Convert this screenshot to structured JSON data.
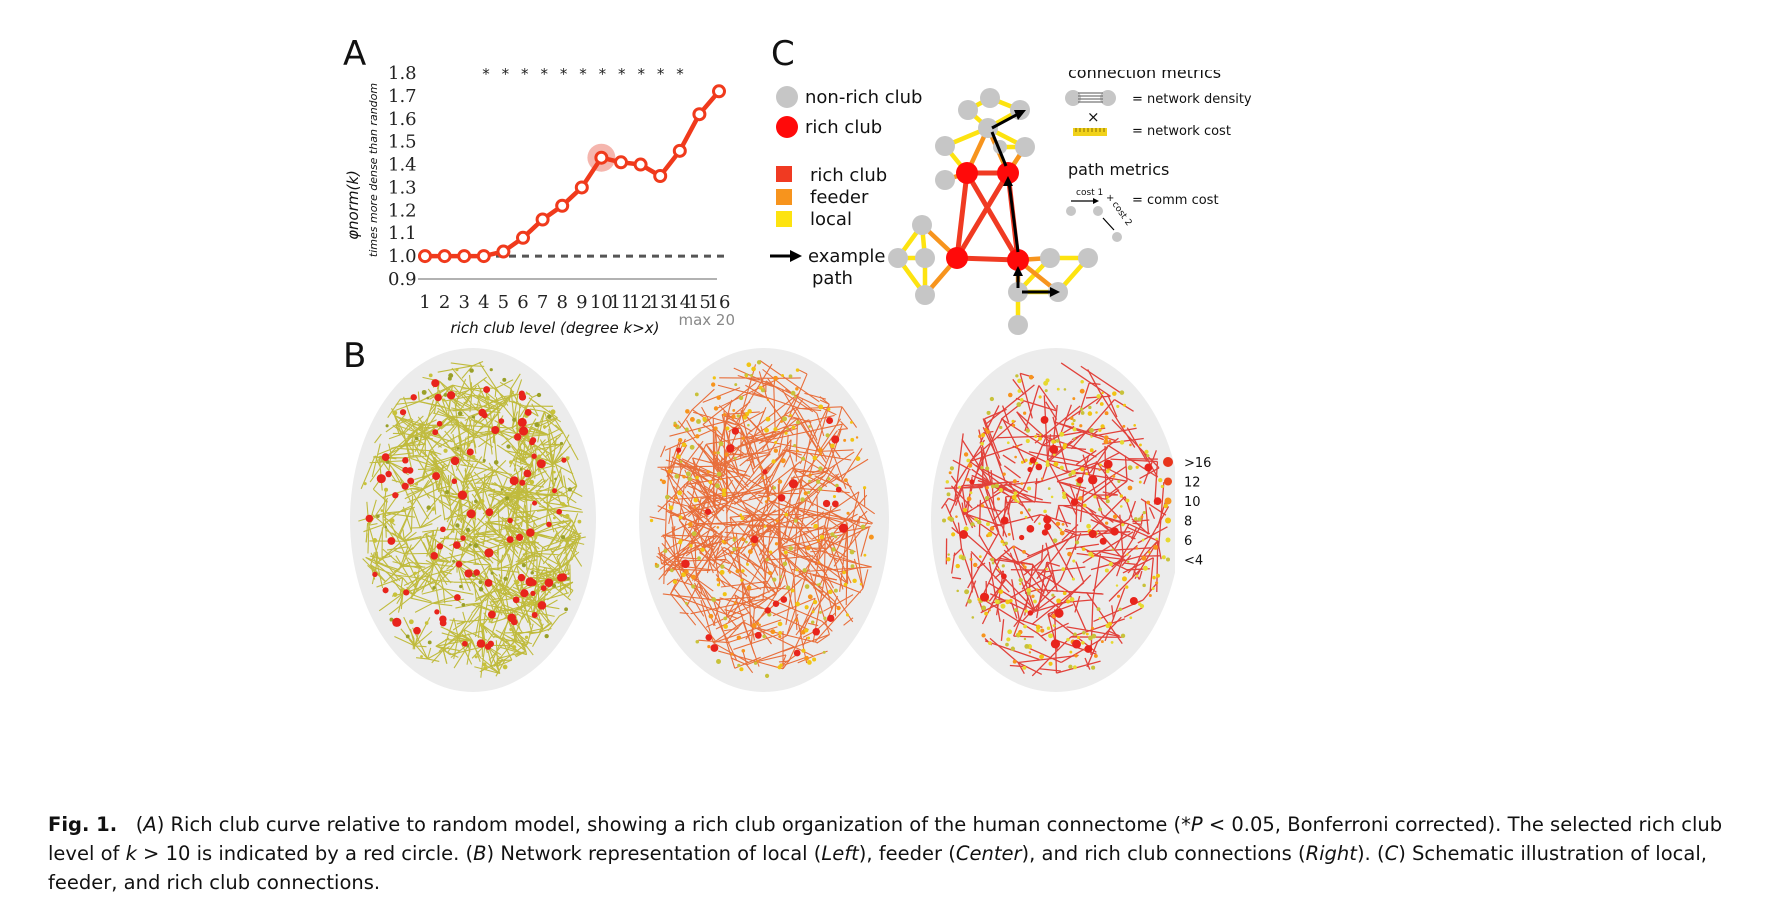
{
  "panels": {
    "a": "A",
    "b": "B",
    "c": "C"
  },
  "chart_data": {
    "type": "line",
    "x": [
      1,
      2,
      3,
      4,
      5,
      6,
      7,
      8,
      9,
      10,
      11,
      12,
      13,
      14,
      15,
      16
    ],
    "xtick_labels": [
      "1",
      "2",
      "3",
      "4",
      "5",
      "6",
      "7",
      "8",
      "9",
      "10",
      "11",
      "12",
      "13",
      "14",
      "15",
      "16"
    ],
    "values": [
      1.0,
      1.0,
      1.0,
      1.0,
      1.02,
      1.08,
      1.16,
      1.22,
      1.3,
      1.43,
      1.41,
      1.4,
      1.35,
      1.46,
      1.62,
      1.72
    ],
    "yticks": [
      "0.9",
      "1.0",
      "1.1",
      "1.2",
      "1.3",
      "1.4",
      "1.5",
      "1.6",
      "1.7",
      "1.8"
    ],
    "ylim": [
      0.9,
      1.8
    ],
    "baseline": 1.0,
    "highlight_x": 10,
    "significance_marks": [
      "*",
      "*",
      "*",
      "*",
      "*",
      "*",
      "*",
      "*",
      "*",
      "*",
      "*"
    ],
    "ylabel": "φnorm(k)",
    "ylabel_sub": "times more dense than random",
    "xlabel": "rich club level (degree k>x)",
    "xnote": "max 20",
    "line_color": "#f03a1c"
  },
  "schematic": {
    "legend_nodes": [
      "non-rich club",
      "rich club"
    ],
    "legend_edges": [
      {
        "label": "rich club",
        "color": "#f03a22"
      },
      {
        "label": "feeder",
        "color": "#f7941d"
      },
      {
        "label": "local",
        "color": "#fde310"
      }
    ],
    "path_label_1": "example",
    "path_label_2": "path",
    "connection_metrics_title": "connection metrics",
    "density_label": "= network density",
    "times_symbol": "×",
    "cost_label": "= network cost",
    "path_metrics_title": "path metrics",
    "cost1": "cost 1",
    "plus": "+",
    "cost2": "cost 2",
    "comm_cost_label": "= comm cost"
  },
  "brain_legend": [
    {
      "label": ">16",
      "color": "#e8341c"
    },
    {
      "label": "12",
      "color": "#ee4a1e"
    },
    {
      "label": "10",
      "color": "#f7941d"
    },
    {
      "label": "8",
      "color": "#f1c414"
    },
    {
      "label": "6",
      "color": "#e6d930"
    },
    {
      "label": "<4",
      "color": "#c8c23a"
    }
  ],
  "caption": {
    "fig": "Fig. 1.",
    "parts": [
      "(",
      "A",
      ") Rich club curve relative to random model, showing a rich club organization of the human connectome (*",
      "P",
      " < 0.05, Bonferroni corrected). The selected rich club level of ",
      "k",
      " > 10 is indicated by a red circle. (",
      "B",
      ") Network representation of local (",
      "Left",
      "), feeder (",
      "Center",
      "), and rich club connections (",
      "Right",
      "). (",
      "C",
      ") Schematic illustration of local, feeder, and rich club connections."
    ]
  }
}
